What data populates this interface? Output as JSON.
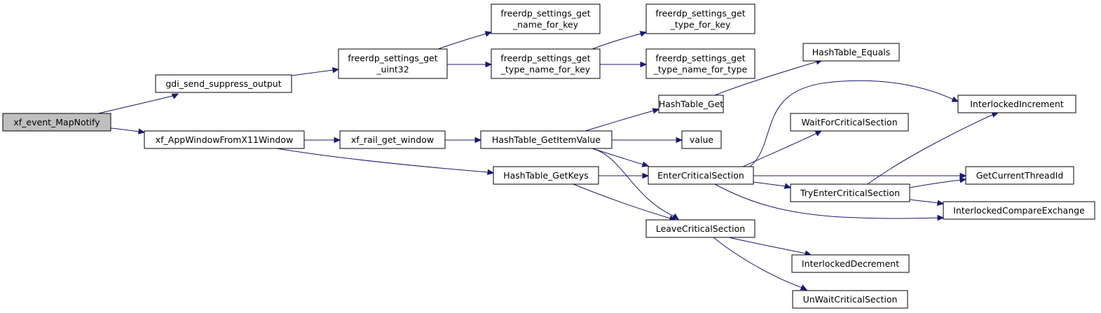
{
  "graph": {
    "colors": {
      "edge": "#191970",
      "root_fill": "#bfbfbf",
      "node_fill": "#ffffff",
      "node_border": "#000000"
    },
    "nodes": [
      {
        "id": "xf_event_MapNotify",
        "lines": [
          "xf_event_MapNotify"
        ],
        "root": true
      },
      {
        "id": "gdi_send_suppress_output",
        "lines": [
          "gdi_send_suppress_output"
        ]
      },
      {
        "id": "freerdp_settings_get_uint32",
        "lines": [
          "freerdp_settings_get",
          "_uint32"
        ]
      },
      {
        "id": "freerdp_settings_get_name_for_key",
        "lines": [
          "freerdp_settings_get",
          "_name_for_key"
        ]
      },
      {
        "id": "freerdp_settings_get_type_name_for_key",
        "lines": [
          "freerdp_settings_get",
          "_type_name_for_key"
        ]
      },
      {
        "id": "freerdp_settings_get_type_for_key",
        "lines": [
          "freerdp_settings_get",
          "_type_for_key"
        ]
      },
      {
        "id": "freerdp_settings_get_type_name_for_type",
        "lines": [
          "freerdp_settings_get",
          "_type_name_for_type"
        ]
      },
      {
        "id": "xf_AppWindowFromX11Window",
        "lines": [
          "xf_AppWindowFromX11Window"
        ]
      },
      {
        "id": "xf_rail_get_window",
        "lines": [
          "xf_rail_get_window"
        ]
      },
      {
        "id": "HashTable_GetItemValue",
        "lines": [
          "HashTable_GetItemValue"
        ]
      },
      {
        "id": "HashTable_GetKeys",
        "lines": [
          "HashTable_GetKeys"
        ]
      },
      {
        "id": "HashTable_Get",
        "lines": [
          "HashTable_Get"
        ]
      },
      {
        "id": "HashTable_Equals",
        "lines": [
          "HashTable_Equals"
        ]
      },
      {
        "id": "value",
        "lines": [
          "value"
        ]
      },
      {
        "id": "EnterCriticalSection",
        "lines": [
          "EnterCriticalSection"
        ]
      },
      {
        "id": "LeaveCriticalSection",
        "lines": [
          "LeaveCriticalSection"
        ]
      },
      {
        "id": "WaitForCriticalSection",
        "lines": [
          "WaitForCriticalSection"
        ]
      },
      {
        "id": "TryEnterCriticalSection",
        "lines": [
          "TryEnterCriticalSection"
        ]
      },
      {
        "id": "InterlockedIncrement",
        "lines": [
          "InterlockedIncrement"
        ]
      },
      {
        "id": "GetCurrentThreadId",
        "lines": [
          "GetCurrentThreadId"
        ]
      },
      {
        "id": "InterlockedCompareExchange",
        "lines": [
          "InterlockedCompareExchange"
        ]
      },
      {
        "id": "InterlockedDecrement",
        "lines": [
          "InterlockedDecrement"
        ]
      },
      {
        "id": "UnWaitCriticalSection",
        "lines": [
          "UnWaitCriticalSection"
        ]
      }
    ],
    "edges": [
      {
        "from": "xf_event_MapNotify",
        "to": "gdi_send_suppress_output"
      },
      {
        "from": "xf_event_MapNotify",
        "to": "xf_AppWindowFromX11Window"
      },
      {
        "from": "gdi_send_suppress_output",
        "to": "freerdp_settings_get_uint32"
      },
      {
        "from": "freerdp_settings_get_uint32",
        "to": "freerdp_settings_get_name_for_key"
      },
      {
        "from": "freerdp_settings_get_uint32",
        "to": "freerdp_settings_get_type_name_for_key"
      },
      {
        "from": "freerdp_settings_get_type_name_for_key",
        "to": "freerdp_settings_get_type_for_key"
      },
      {
        "from": "freerdp_settings_get_type_name_for_key",
        "to": "freerdp_settings_get_type_name_for_type"
      },
      {
        "from": "xf_AppWindowFromX11Window",
        "to": "xf_rail_get_window"
      },
      {
        "from": "xf_AppWindowFromX11Window",
        "to": "HashTable_GetKeys"
      },
      {
        "from": "xf_rail_get_window",
        "to": "HashTable_GetItemValue"
      },
      {
        "from": "HashTable_GetItemValue",
        "to": "HashTable_Get"
      },
      {
        "from": "HashTable_GetItemValue",
        "to": "value"
      },
      {
        "from": "HashTable_GetItemValue",
        "to": "EnterCriticalSection"
      },
      {
        "from": "HashTable_GetItemValue",
        "to": "LeaveCriticalSection"
      },
      {
        "from": "HashTable_Get",
        "to": "HashTable_Equals"
      },
      {
        "from": "HashTable_GetKeys",
        "to": "EnterCriticalSection"
      },
      {
        "from": "HashTable_GetKeys",
        "to": "LeaveCriticalSection"
      },
      {
        "from": "EnterCriticalSection",
        "to": "InterlockedIncrement"
      },
      {
        "from": "EnterCriticalSection",
        "to": "WaitForCriticalSection"
      },
      {
        "from": "EnterCriticalSection",
        "to": "GetCurrentThreadId"
      },
      {
        "from": "EnterCriticalSection",
        "to": "TryEnterCriticalSection"
      },
      {
        "from": "EnterCriticalSection",
        "to": "InterlockedCompareExchange"
      },
      {
        "from": "TryEnterCriticalSection",
        "to": "InterlockedIncrement"
      },
      {
        "from": "TryEnterCriticalSection",
        "to": "GetCurrentThreadId"
      },
      {
        "from": "TryEnterCriticalSection",
        "to": "InterlockedCompareExchange"
      },
      {
        "from": "LeaveCriticalSection",
        "to": "InterlockedDecrement"
      },
      {
        "from": "LeaveCriticalSection",
        "to": "UnWaitCriticalSection"
      }
    ]
  }
}
